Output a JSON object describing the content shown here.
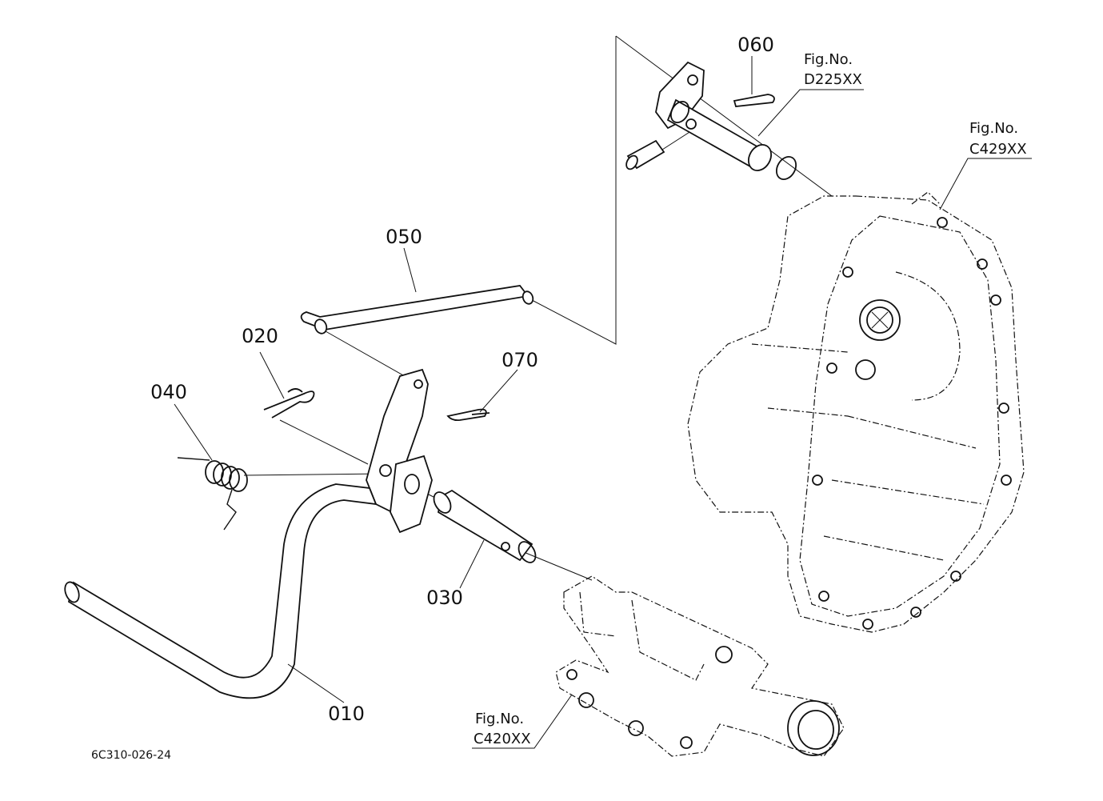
{
  "callouts": {
    "p010": "010",
    "p020": "020",
    "p030": "030",
    "p040": "040",
    "p050": "050",
    "p060": "060",
    "p070": "070"
  },
  "figure_refs": {
    "d225": {
      "line1": "Fig.No.",
      "line2": "D225XX"
    },
    "c429": {
      "line1": "Fig.No.",
      "line2": "C429XX"
    },
    "c420": {
      "line1": "Fig.No.",
      "line2": "C420XX"
    }
  },
  "drawing_code": "6C310-026-24"
}
